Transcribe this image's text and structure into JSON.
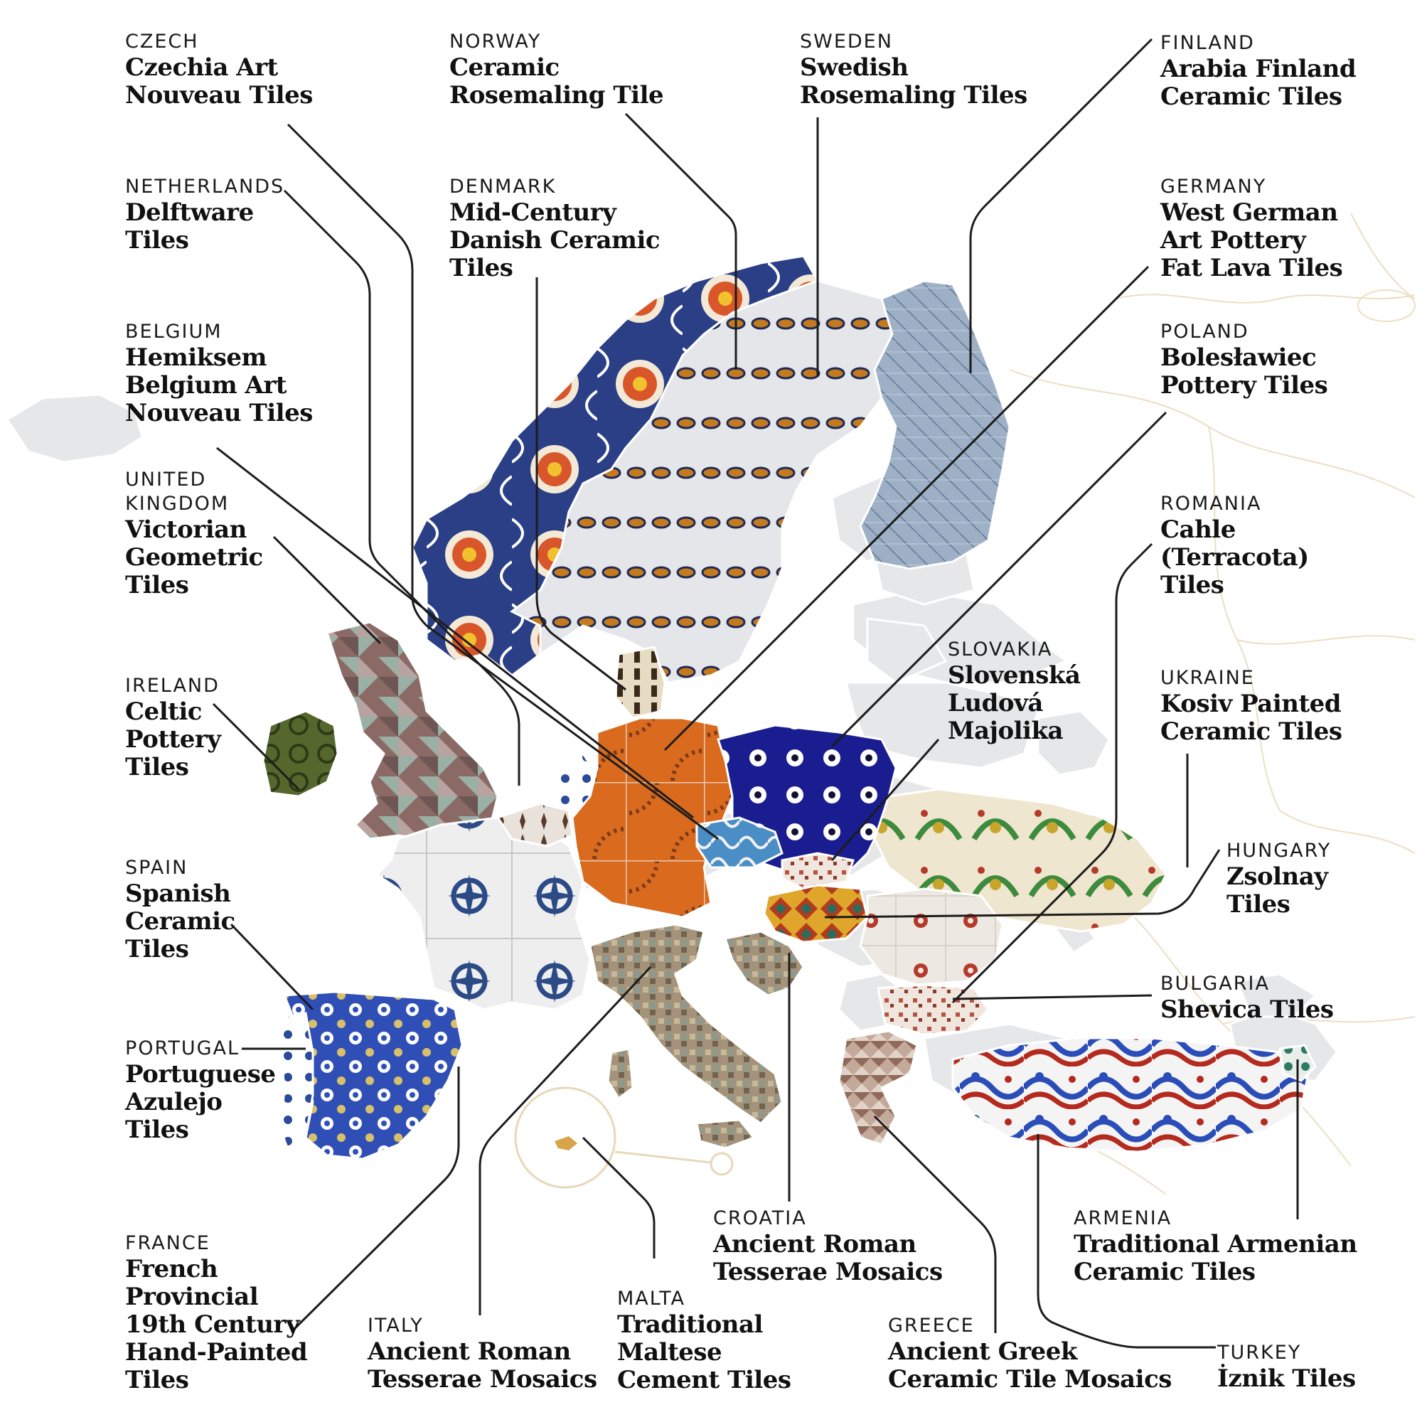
{
  "labels": [
    {
      "id": "czech",
      "country": "CZECH",
      "tile": "Czechia Art\nNouveau Tiles"
    },
    {
      "id": "norway",
      "country": "NORWAY",
      "tile": "Ceramic\nRosemaling Tile"
    },
    {
      "id": "sweden",
      "country": "SWEDEN",
      "tile": "Swedish\nRosemaling Tiles"
    },
    {
      "id": "finland",
      "country": "FINLAND",
      "tile": "Arabia Finland\nCeramic Tiles"
    },
    {
      "id": "netherlands",
      "country": "NETHERLANDS",
      "tile": "Delftware\nTiles"
    },
    {
      "id": "denmark",
      "country": "DENMARK",
      "tile": "Mid-Century\nDanish Ceramic\nTiles"
    },
    {
      "id": "germany",
      "country": "GERMANY",
      "tile": "West German\nArt Pottery\nFat Lava Tiles"
    },
    {
      "id": "belgium",
      "country": "BELGIUM",
      "tile": "Hemiksem\nBelgium Art\nNouveau Tiles"
    },
    {
      "id": "poland",
      "country": "POLAND",
      "tile": "Bolesławiec\nPottery Tiles"
    },
    {
      "id": "uk",
      "country": "UNITED\nKINGDOM",
      "tile": "Victorian\nGeometric\nTiles"
    },
    {
      "id": "romania",
      "country": "ROMANIA",
      "tile": "Cahle\n(Terracota)\nTiles"
    },
    {
      "id": "slovakia",
      "country": "SLOVAKIA",
      "tile": "Slovenská\nLudová\nMajolika"
    },
    {
      "id": "ireland",
      "country": "IRELAND",
      "tile": "Celtic\nPottery\nTiles"
    },
    {
      "id": "ukraine",
      "country": "UKRAINE",
      "tile": "Kosiv Painted\nCeramic Tiles"
    },
    {
      "id": "hungary",
      "country": "HUNGARY",
      "tile": "Zsolnay\nTiles"
    },
    {
      "id": "spain",
      "country": "SPAIN",
      "tile": "Spanish\nCeramic\nTiles"
    },
    {
      "id": "bulgaria",
      "country": "BULGARIA",
      "tile": "Shevica Tiles"
    },
    {
      "id": "portugal",
      "country": "PORTUGAL",
      "tile": "Portuguese\nAzulejo\nTiles"
    },
    {
      "id": "croatia",
      "country": "CROATIA",
      "tile": "Ancient Roman\nTesserae Mosaics"
    },
    {
      "id": "armenia",
      "country": "ARMENIA",
      "tile": "Traditional Armenian\nCeramic Tiles"
    },
    {
      "id": "france",
      "country": "FRANCE",
      "tile": "French\nProvincial\n19th Century\nHand-Painted\nTiles"
    },
    {
      "id": "italy",
      "country": "ITALY",
      "tile": "Ancient Roman\nTesserae Mosaics"
    },
    {
      "id": "malta",
      "country": "MALTA",
      "tile": "Traditional\nMaltese\nCement Tiles"
    },
    {
      "id": "greece",
      "country": "GREECE",
      "tile": "Ancient Greek\nCeramic Tile Mosaics"
    },
    {
      "id": "turkey",
      "country": "TURKEY",
      "tile": "İznik Tiles"
    }
  ],
  "colors": {
    "land_gray": "#e6e7e9",
    "border_beige": "#ebdfc4",
    "leader": "#1c1c1c",
    "norway_blue": "#2a3f86",
    "sweden_gray": "#e4e6ea",
    "finland_blue": "#8fa3bb",
    "germany_orange": "#d96a1e",
    "poland_navy": "#1a1d8f",
    "ukraine_cream": "#efe6cf",
    "ukraine_green": "#3e8b3e",
    "uk_brown": "#8b6a66",
    "uk_green": "#8fa398",
    "ireland_green": "#56672d",
    "france_white": "#eeeeee",
    "france_blue": "#2b4a86",
    "spain_blue": "#2f4fb6",
    "spain_yellow": "#d7c06a",
    "italy_mosaic": "#9c8a6d",
    "turkey_blue": "#2b4db8",
    "turkey_red": "#b52a1f",
    "romania_cream": "#ede9e2",
    "hungary_yellow": "#e0a62c",
    "slovakia_blue": "#4a8ec5",
    "bulgaria_red": "#b55443",
    "greece_brown": "#9a7868"
  }
}
